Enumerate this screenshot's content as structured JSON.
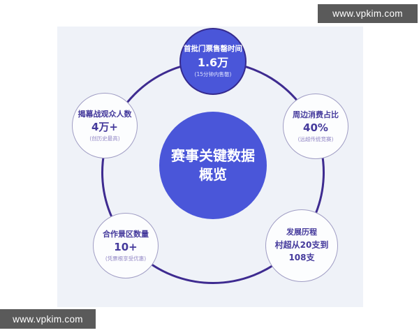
{
  "watermarks": {
    "top_right": "www.vpkim.com",
    "bottom_left": "www.vpkim.com"
  },
  "diagram": {
    "center_title": "赛事关键数据\n概览",
    "nodes": [
      {
        "title": "首批门票售罄时间",
        "value": "1.6万",
        "note": "(15分钟内售罄)"
      },
      {
        "title": "揭幕战观众人数",
        "value": "4万+",
        "note": "(创历史最高)"
      },
      {
        "title": "周边消费占比",
        "value": "40%",
        "note": "(远超传统竞赛)"
      },
      {
        "title": "合作景区数量",
        "value": "10+",
        "note": "(凭票根享受优惠)"
      },
      {
        "title": "发展历程",
        "value": "村超从20支到\n108支"
      }
    ],
    "colors": {
      "accent_blue": "#4a56d9",
      "ring_purple": "#3e2b90",
      "text_purple": "#453a9c",
      "note_purple": "#9287c5",
      "panel_bg": "#eff2f8",
      "watermark_bg": "#5a5a5a"
    }
  }
}
